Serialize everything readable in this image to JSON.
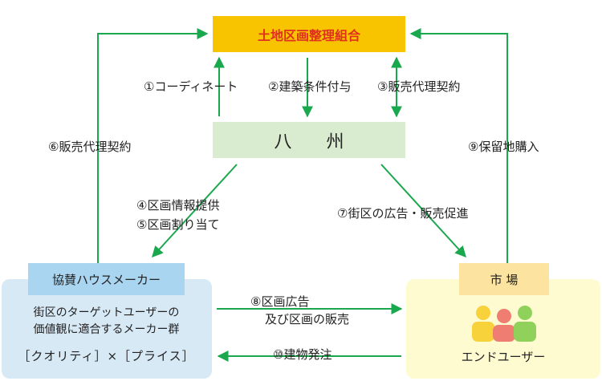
{
  "nodes": {
    "top": "土地区画整理組合",
    "center": "八 州",
    "left_header": "協賛ハウスメーカー",
    "left_line1": "街区のターゲットユーザーの",
    "left_line2": "価値観に適合するメーカー群",
    "left_formula": "［クオリティ］×［プライス］",
    "right_header": "市 場",
    "right_sub": "エンドユーザー"
  },
  "edges": {
    "e1": "①コーディネート",
    "e2": "②建築条件付与",
    "e3": "③販売代理契約",
    "e4": "④区画情報提供",
    "e5": "⑤区画割り当て",
    "e6": "⑥販売代理契約",
    "e7": "⑦街区の広告・販売促進",
    "e8a": "⑧区画広告",
    "e8b": "及び区画の販売",
    "e9": "⑨保留地購入",
    "e10": "⑩建物発注"
  },
  "colors": {
    "arrow": "#1aa84f",
    "top_fill": "#f8c400",
    "top_text": "#e0301e",
    "center_fill": "#d9ecd0",
    "left_header_fill": "#a9d5f0",
    "left_panel_fill": "#d8e9f6",
    "right_header_fill": "#fce3a0",
    "right_panel_fill": "#fefbd1",
    "person_yellow": "#f7d23a",
    "person_red": "#ef7d72",
    "person_green": "#8fd15a"
  }
}
